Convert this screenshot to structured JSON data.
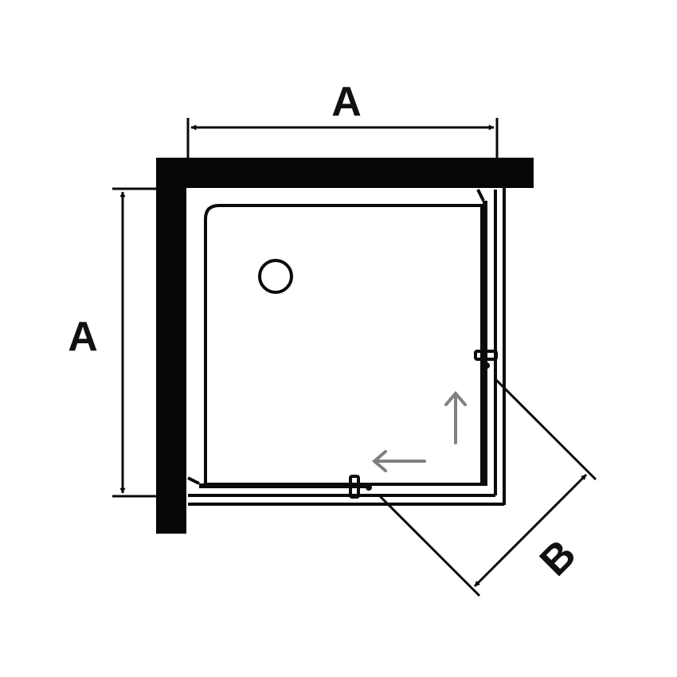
{
  "diagram": {
    "type": "shower-enclosure-plan-view",
    "labels": {
      "top_dimension": "A",
      "left_dimension": "A",
      "diagonal_dimension": "B"
    },
    "colors": {
      "line": "#0a0a0a",
      "wall": "#060608",
      "arrow_hint": "#808080",
      "background": "#ffffff"
    },
    "elements": [
      "wall-corner",
      "shower-tray",
      "drain",
      "sliding-door-right",
      "sliding-door-bottom",
      "door-handle-right",
      "door-handle-bottom",
      "opening-arrow-up",
      "opening-arrow-left",
      "dimension-A-top",
      "dimension-A-left",
      "dimension-B-diagonal"
    ]
  }
}
